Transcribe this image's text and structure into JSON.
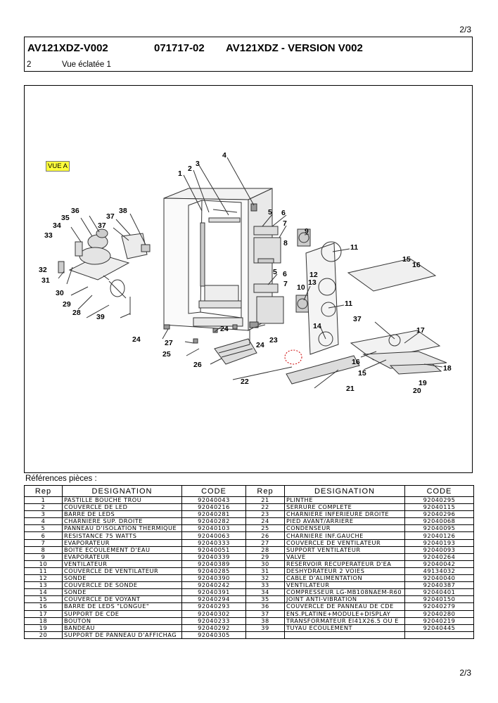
{
  "page_number": "2/3",
  "header": {
    "model": "AV121XDZ-V002",
    "code": "071717-02",
    "version": "AV121XDZ - VERSION V002",
    "section_number": "2",
    "section_title": "Vue éclatée 1"
  },
  "drawing": {
    "view_label": "VUE A",
    "callouts": [
      "1",
      "2",
      "3",
      "4",
      "5",
      "6",
      "7",
      "8",
      "9",
      "11",
      "5",
      "6",
      "7",
      "10",
      "12",
      "13",
      "11",
      "14",
      "15",
      "16",
      "17",
      "18",
      "15",
      "16",
      "19",
      "20",
      "21",
      "22",
      "23",
      "24",
      "24",
      "24",
      "25",
      "26",
      "27",
      "28",
      "29",
      "30",
      "31",
      "32",
      "33",
      "34",
      "35",
      "36",
      "37",
      "37",
      "38",
      "39"
    ]
  },
  "references": {
    "title": "Références pièces  :",
    "headers": [
      "Rep",
      "DESIGNATION",
      "CODE",
      "Rep",
      "DESIGNATION",
      "CODE"
    ],
    "left": [
      [
        "1",
        "PASTILLE BOUCHE TROU",
        "92040043"
      ],
      [
        "2",
        "COUVERCLE DE LED",
        "92040216"
      ],
      [
        "3",
        "BARRE DE LEDS",
        "92040281"
      ],
      [
        "4",
        "CHARNIERE SUP. DROITE",
        "92040282"
      ],
      [
        "5",
        "PANNEAU D'ISOLATION THERMIQUE",
        "92040103"
      ],
      [
        "6",
        "RESISTANCE 75 WATTS",
        "92040063"
      ],
      [
        "7",
        "EVAPORATEUR",
        "92040333"
      ],
      [
        "8",
        "BOITE ECOULEMENT D'EAU",
        "92040051"
      ],
      [
        "9",
        "EVAPORATEUR",
        "92040339"
      ],
      [
        "10",
        "VENTILATEUR",
        "92040389"
      ],
      [
        "11",
        "COUVERCLE DE VENTILATEUR",
        "92040285"
      ],
      [
        "12",
        "SONDE",
        "92040390"
      ],
      [
        "13",
        "COUVERCLE DE SONDE",
        "92040242"
      ],
      [
        "14",
        "SONDE",
        "92040391"
      ],
      [
        "15",
        "COUVERCLE DE VOYANT",
        "92040294"
      ],
      [
        "16",
        "BARRE DE LEDS \"LONGUE\"",
        "92040293"
      ],
      [
        "17",
        "SUPPORT DE CDE",
        "92040302"
      ],
      [
        "18",
        "BOUTON",
        "92040233"
      ],
      [
        "19",
        "BANDEAU",
        "92040292"
      ],
      [
        "20",
        "SUPPORT DE PANNEAU D'AFFICHAG",
        "92040305"
      ]
    ],
    "right": [
      [
        "21",
        "PLINTHE",
        "92040295"
      ],
      [
        "22",
        "SERRURE COMPLETE",
        "92040115"
      ],
      [
        "23",
        "CHARNIERE INFERIEURE DROITE",
        "92040296"
      ],
      [
        "24",
        "PIED AVANT/ARRIERE",
        "92040068"
      ],
      [
        "25",
        "CONDENSEUR",
        "92040095"
      ],
      [
        "26",
        "CHARNIERE INF.GAUCHE",
        "92040126"
      ],
      [
        "27",
        "COUVERCLE DE VENTILATEUR",
        "92040193"
      ],
      [
        "28",
        "SUPPORT VENTILATEUR",
        "92040093"
      ],
      [
        "29",
        "VALVE",
        "92040264"
      ],
      [
        "30",
        "RESERVOIR RECUPERATEUR D'EA",
        "92040042"
      ],
      [
        "31",
        "DESHYDRATEUR 2 VOIES",
        "49134032"
      ],
      [
        "32",
        "CABLE D'ALIMENTATION",
        "92040040"
      ],
      [
        "33",
        "VENTILATEUR",
        "92040387"
      ],
      [
        "34",
        "COMPRESSEUR LG-MB108NAEM-R60",
        "92040401"
      ],
      [
        "35",
        "JOINT ANTI-VIBRATION",
        "92040150"
      ],
      [
        "36",
        "COUVERCLE DE PANNEAU DE CDE",
        "92040279"
      ],
      [
        "37",
        "ENS.PLATINE+MODULE+DISPLAY",
        "92040280"
      ],
      [
        "38",
        "TRANSFORMATEUR EI41X26.5 OU E",
        "92040219"
      ],
      [
        "39",
        "TUYAU ECOULEMENT",
        "92040445"
      ],
      [
        "",
        "",
        ""
      ]
    ]
  }
}
